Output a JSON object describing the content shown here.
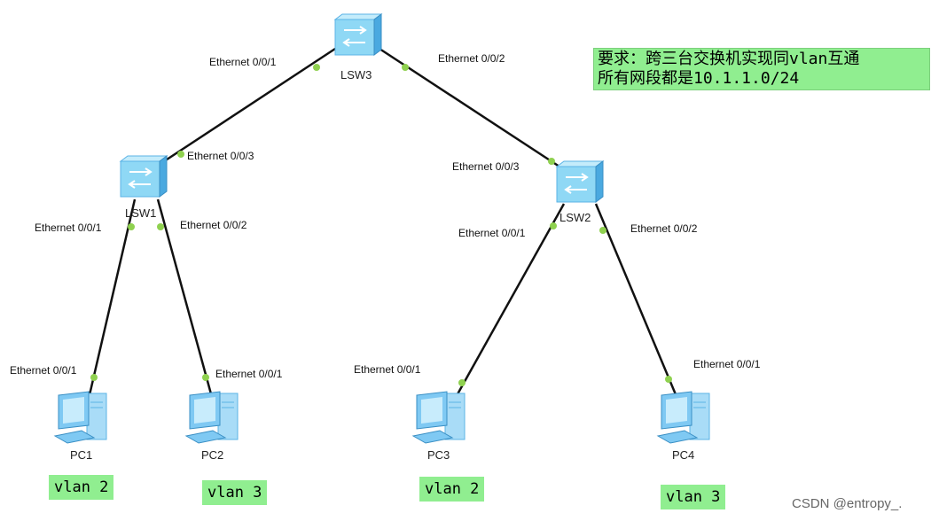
{
  "requirement": {
    "line1": "要求：跨三台交换机实现同vlan互通",
    "line2": "所有网段都是10.1.1.0/24"
  },
  "switches": [
    {
      "id": "lsw3",
      "name": "LSW3"
    },
    {
      "id": "lsw1",
      "name": "LSW1"
    },
    {
      "id": "lsw2",
      "name": "LSW2"
    }
  ],
  "pcs": [
    {
      "id": "pc1",
      "name": "PC1",
      "vlan": "vlan 2"
    },
    {
      "id": "pc2",
      "name": "PC2",
      "vlan": "vlan 3"
    },
    {
      "id": "pc3",
      "name": "PC3",
      "vlan": "vlan 2"
    },
    {
      "id": "pc4",
      "name": "PC4",
      "vlan": "vlan 3"
    }
  ],
  "links": [
    {
      "id": "lsw3-lsw1",
      "a_port": "Ethernet 0/0/1",
      "b_port": "Ethernet 0/0/3"
    },
    {
      "id": "lsw3-lsw2",
      "a_port": "Ethernet 0/0/2",
      "b_port": "Ethernet 0/0/3"
    },
    {
      "id": "lsw1-pc1",
      "a_port": "Ethernet 0/0/1",
      "b_port": "Ethernet 0/0/1"
    },
    {
      "id": "lsw1-pc2",
      "a_port": "Ethernet 0/0/2",
      "b_port": "Ethernet 0/0/1"
    },
    {
      "id": "lsw2-pc3",
      "a_port": "Ethernet 0/0/1",
      "b_port": "Ethernet 0/0/1"
    },
    {
      "id": "lsw2-pc4",
      "a_port": "Ethernet 0/0/2",
      "b_port": "Ethernet 0/0/1"
    }
  ],
  "colors": {
    "link": "#111111",
    "port_dot": "#8fd14f",
    "switch_body": "#8fd8f5",
    "switch_side": "#4aa9e0",
    "pc_body": "#7fc9f3",
    "highlight": "#90ee90"
  },
  "watermark": "CSDN @entropy_."
}
